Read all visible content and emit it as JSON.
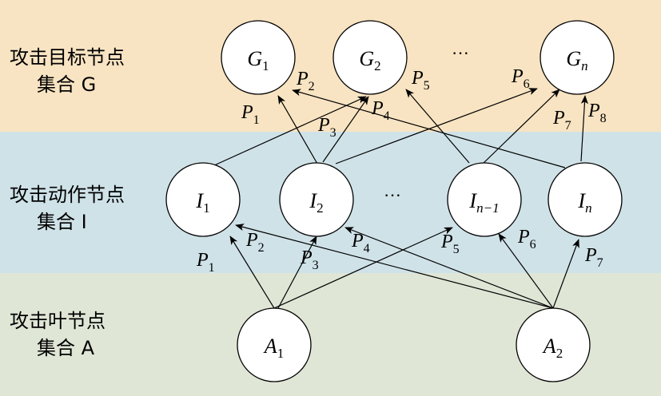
{
  "colors": {
    "goal_band": "#f8e4c2",
    "action_band": "#cfe2e8",
    "leaf_band": "#dfe6d6"
  },
  "bands": {
    "goal": {
      "line1": "攻击目标节点",
      "line2": "集合 G"
    },
    "action": {
      "line1": "攻击动作节点",
      "line2": "集合 I"
    },
    "leaf": {
      "line1": "攻击叶节点",
      "line2": "集合 A"
    }
  },
  "nodes": {
    "G1": {
      "main": "G",
      "sub": "1"
    },
    "G2": {
      "main": "G",
      "sub": "2"
    },
    "Gn": {
      "main": "G",
      "sub": "n"
    },
    "I1": {
      "main": "I",
      "sub": "1"
    },
    "I2": {
      "main": "I",
      "sub": "2"
    },
    "In1": {
      "main": "I",
      "sub": "n−1"
    },
    "In": {
      "main": "I",
      "sub": "n"
    },
    "A1": {
      "main": "A",
      "sub": "1"
    },
    "A2": {
      "main": "A",
      "sub": "2"
    }
  },
  "ellipsis": {
    "goal": "···",
    "action": "···"
  },
  "top_edge_labels": {
    "p1": {
      "main": "P",
      "sub": "1"
    },
    "p2": {
      "main": "P",
      "sub": "2"
    },
    "p3": {
      "main": "P",
      "sub": "3"
    },
    "p4": {
      "main": "P",
      "sub": "4"
    },
    "p5": {
      "main": "P",
      "sub": "5"
    },
    "p6": {
      "main": "P",
      "sub": "6"
    },
    "p7": {
      "main": "P",
      "sub": "7"
    },
    "p8": {
      "main": "P",
      "sub": "8"
    }
  },
  "bottom_edge_labels": {
    "p1": {
      "main": "P",
      "sub": "1"
    },
    "p2": {
      "main": "P",
      "sub": "2"
    },
    "p3": {
      "main": "P",
      "sub": "3"
    },
    "p4": {
      "main": "P",
      "sub": "4"
    },
    "p5": {
      "main": "P",
      "sub": "5"
    },
    "p6": {
      "main": "P",
      "sub": "6"
    },
    "p7": {
      "main": "P",
      "sub": "7"
    }
  }
}
